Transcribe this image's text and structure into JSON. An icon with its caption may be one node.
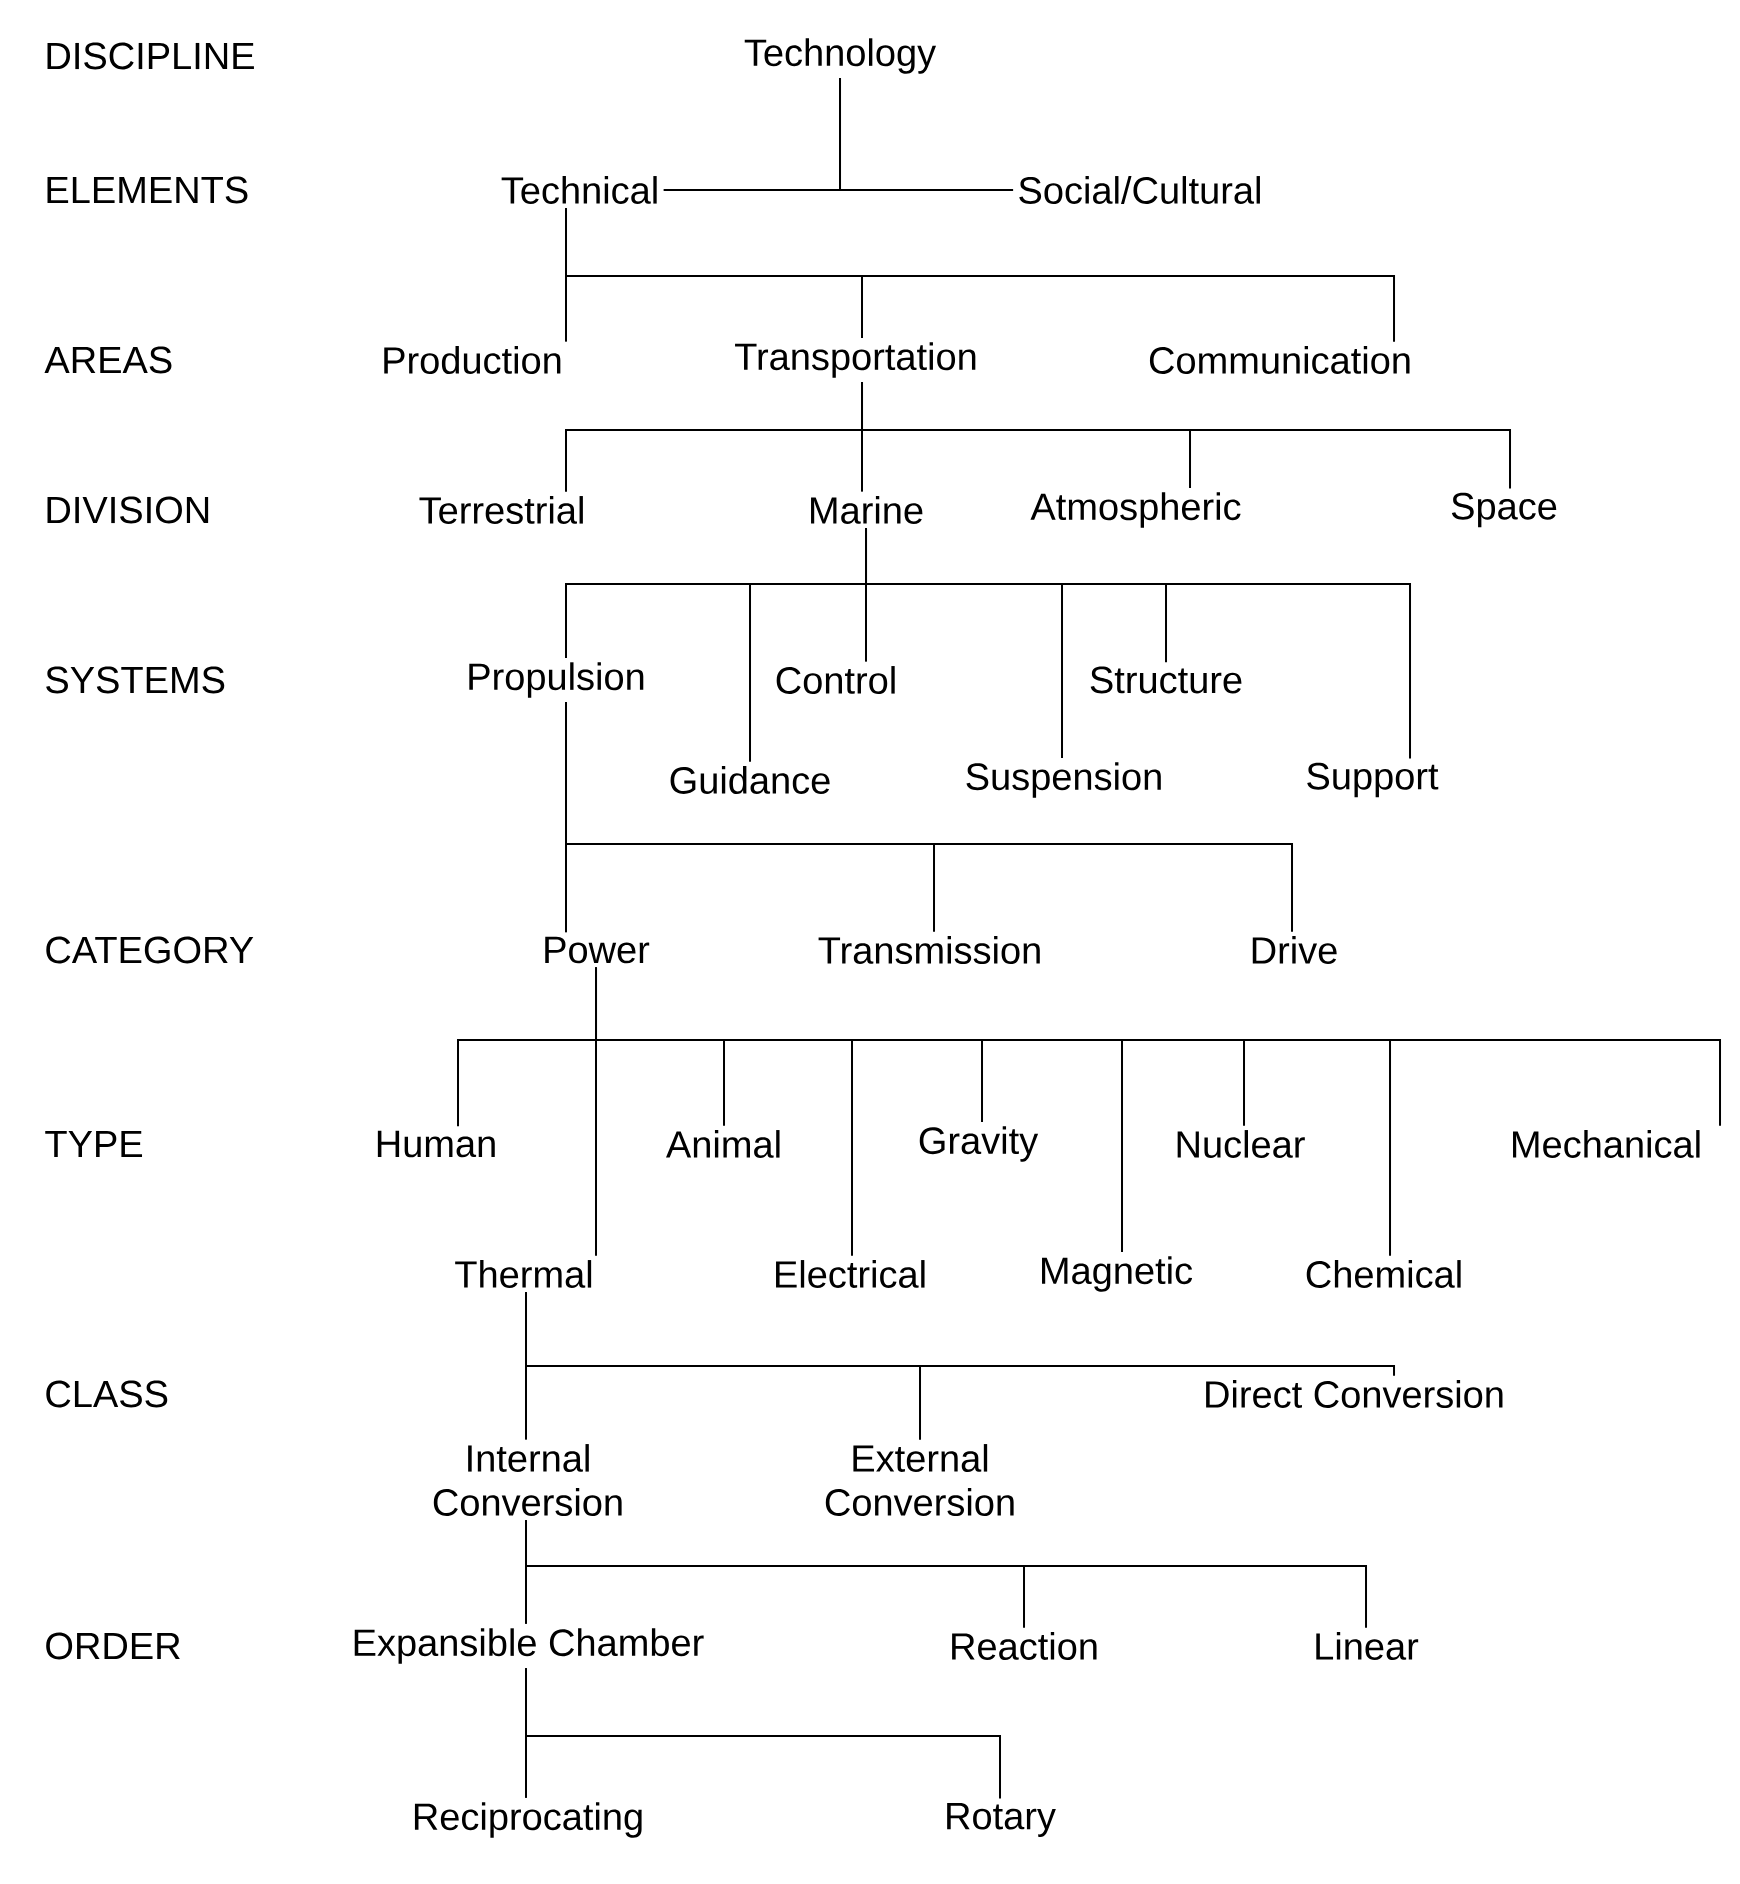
{
  "diagram": {
    "nodes": [
      {
        "text": [
          "Technology"
        ]
      },
      {
        "text": [
          "Technical"
        ]
      },
      {
        "text": [
          "Social/Cultural"
        ]
      },
      {
        "text": [
          "Production"
        ]
      },
      {
        "text": [
          "Transportation"
        ]
      },
      {
        "text": [
          "Communication"
        ]
      },
      {
        "text": [
          "Terrestrial"
        ]
      },
      {
        "text": [
          "Marine"
        ]
      },
      {
        "text": [
          "Atmospheric"
        ]
      },
      {
        "text": [
          "Space"
        ]
      },
      {
        "text": [
          "Propulsion"
        ]
      },
      {
        "text": [
          "Control"
        ]
      },
      {
        "text": [
          "Structure"
        ]
      },
      {
        "text": [
          "Guidance"
        ]
      },
      {
        "text": [
          "Suspension"
        ]
      },
      {
        "text": [
          "Support"
        ]
      },
      {
        "text": [
          "Power"
        ]
      },
      {
        "text": [
          "Transmission"
        ]
      },
      {
        "text": [
          "Drive"
        ]
      },
      {
        "text": [
          "Human"
        ]
      },
      {
        "text": [
          "Animal"
        ]
      },
      {
        "text": [
          "Gravity"
        ]
      },
      {
        "text": [
          "Nuclear"
        ]
      },
      {
        "text": [
          "Mechanical"
        ]
      },
      {
        "text": [
          "Thermal"
        ]
      },
      {
        "text": [
          "Electrical"
        ]
      },
      {
        "text": [
          "Magnetic"
        ]
      },
      {
        "text": [
          "Chemical"
        ]
      },
      {
        "text": [
          "Internal Conversion"
        ]
      },
      {
        "text": [
          "External Conversion"
        ]
      },
      {
        "text": [
          "Direct Conversion"
        ]
      },
      {
        "text": [
          "Expansible Chamber"
        ]
      },
      {
        "text": [
          "Reaction"
        ]
      },
      {
        "text": [
          "Linear"
        ]
      },
      {
        "text": [
          "Reciprocating"
        ]
      },
      {
        "text": [
          "Rotary"
        ]
      }
    ],
    "edges": [
      {
        "from": 0,
        "to": 1,
        "arrow": "none"
      },
      {
        "from": 0,
        "to": 2,
        "arrow": "none"
      },
      {
        "from": 1,
        "to": 3,
        "arrow": "none"
      },
      {
        "from": 1,
        "to": 4,
        "arrow": "none"
      },
      {
        "from": 1,
        "to": 5,
        "arrow": "none"
      },
      {
        "from": 4,
        "to": 6,
        "arrow": "none"
      },
      {
        "from": 4,
        "to": 7,
        "arrow": "none"
      },
      {
        "from": 4,
        "to": 8,
        "arrow": "none"
      },
      {
        "from": 4,
        "to": 9,
        "arrow": "none"
      },
      {
        "from": 7,
        "to": 10,
        "arrow": "none"
      },
      {
        "from": 7,
        "to": 13,
        "arrow": "none"
      },
      {
        "from": 7,
        "to": 11,
        "arrow": "none"
      },
      {
        "from": 7,
        "to": 14,
        "arrow": "none"
      },
      {
        "from": 7,
        "to": 12,
        "arrow": "none"
      },
      {
        "from": 7,
        "to": 15,
        "arrow": "none"
      },
      {
        "from": 10,
        "to": 16,
        "arrow": "none"
      },
      {
        "from": 10,
        "to": 17,
        "arrow": "none"
      },
      {
        "from": 10,
        "to": 18,
        "arrow": "none"
      },
      {
        "from": 16,
        "to": 19,
        "arrow": "none"
      },
      {
        "from": 16,
        "to": 24,
        "arrow": "none"
      },
      {
        "from": 16,
        "to": 20,
        "arrow": "none"
      },
      {
        "from": 16,
        "to": 25,
        "arrow": "none"
      },
      {
        "from": 16,
        "to": 21,
        "arrow": "none"
      },
      {
        "from": 16,
        "to": 26,
        "arrow": "none"
      },
      {
        "from": 16,
        "to": 22,
        "arrow": "none"
      },
      {
        "from": 16,
        "to": 27,
        "arrow": "none"
      },
      {
        "from": 16,
        "to": 23,
        "arrow": "none"
      },
      {
        "from": 24,
        "to": 28,
        "arrow": "none"
      },
      {
        "from": 24,
        "to": 29,
        "arrow": "none"
      },
      {
        "from": 24,
        "to": 30,
        "arrow": "none"
      },
      {
        "from": 28,
        "to": 31,
        "arrow": "none"
      },
      {
        "from": 28,
        "to": 32,
        "arrow": "none"
      },
      {
        "from": 28,
        "to": 33,
        "arrow": "none"
      },
      {
        "from": 31,
        "to": 34,
        "arrow": "none"
      },
      {
        "from": 31,
        "to": 35,
        "arrow": "none"
      }
    ],
    "labels": [
      "DISCIPLINE",
      "ELEMENTS",
      "AREAS",
      "DIVISION",
      "SYSTEMS",
      "CATEGORY",
      "TYPE",
      "CLASS",
      "ORDER"
    ]
  }
}
